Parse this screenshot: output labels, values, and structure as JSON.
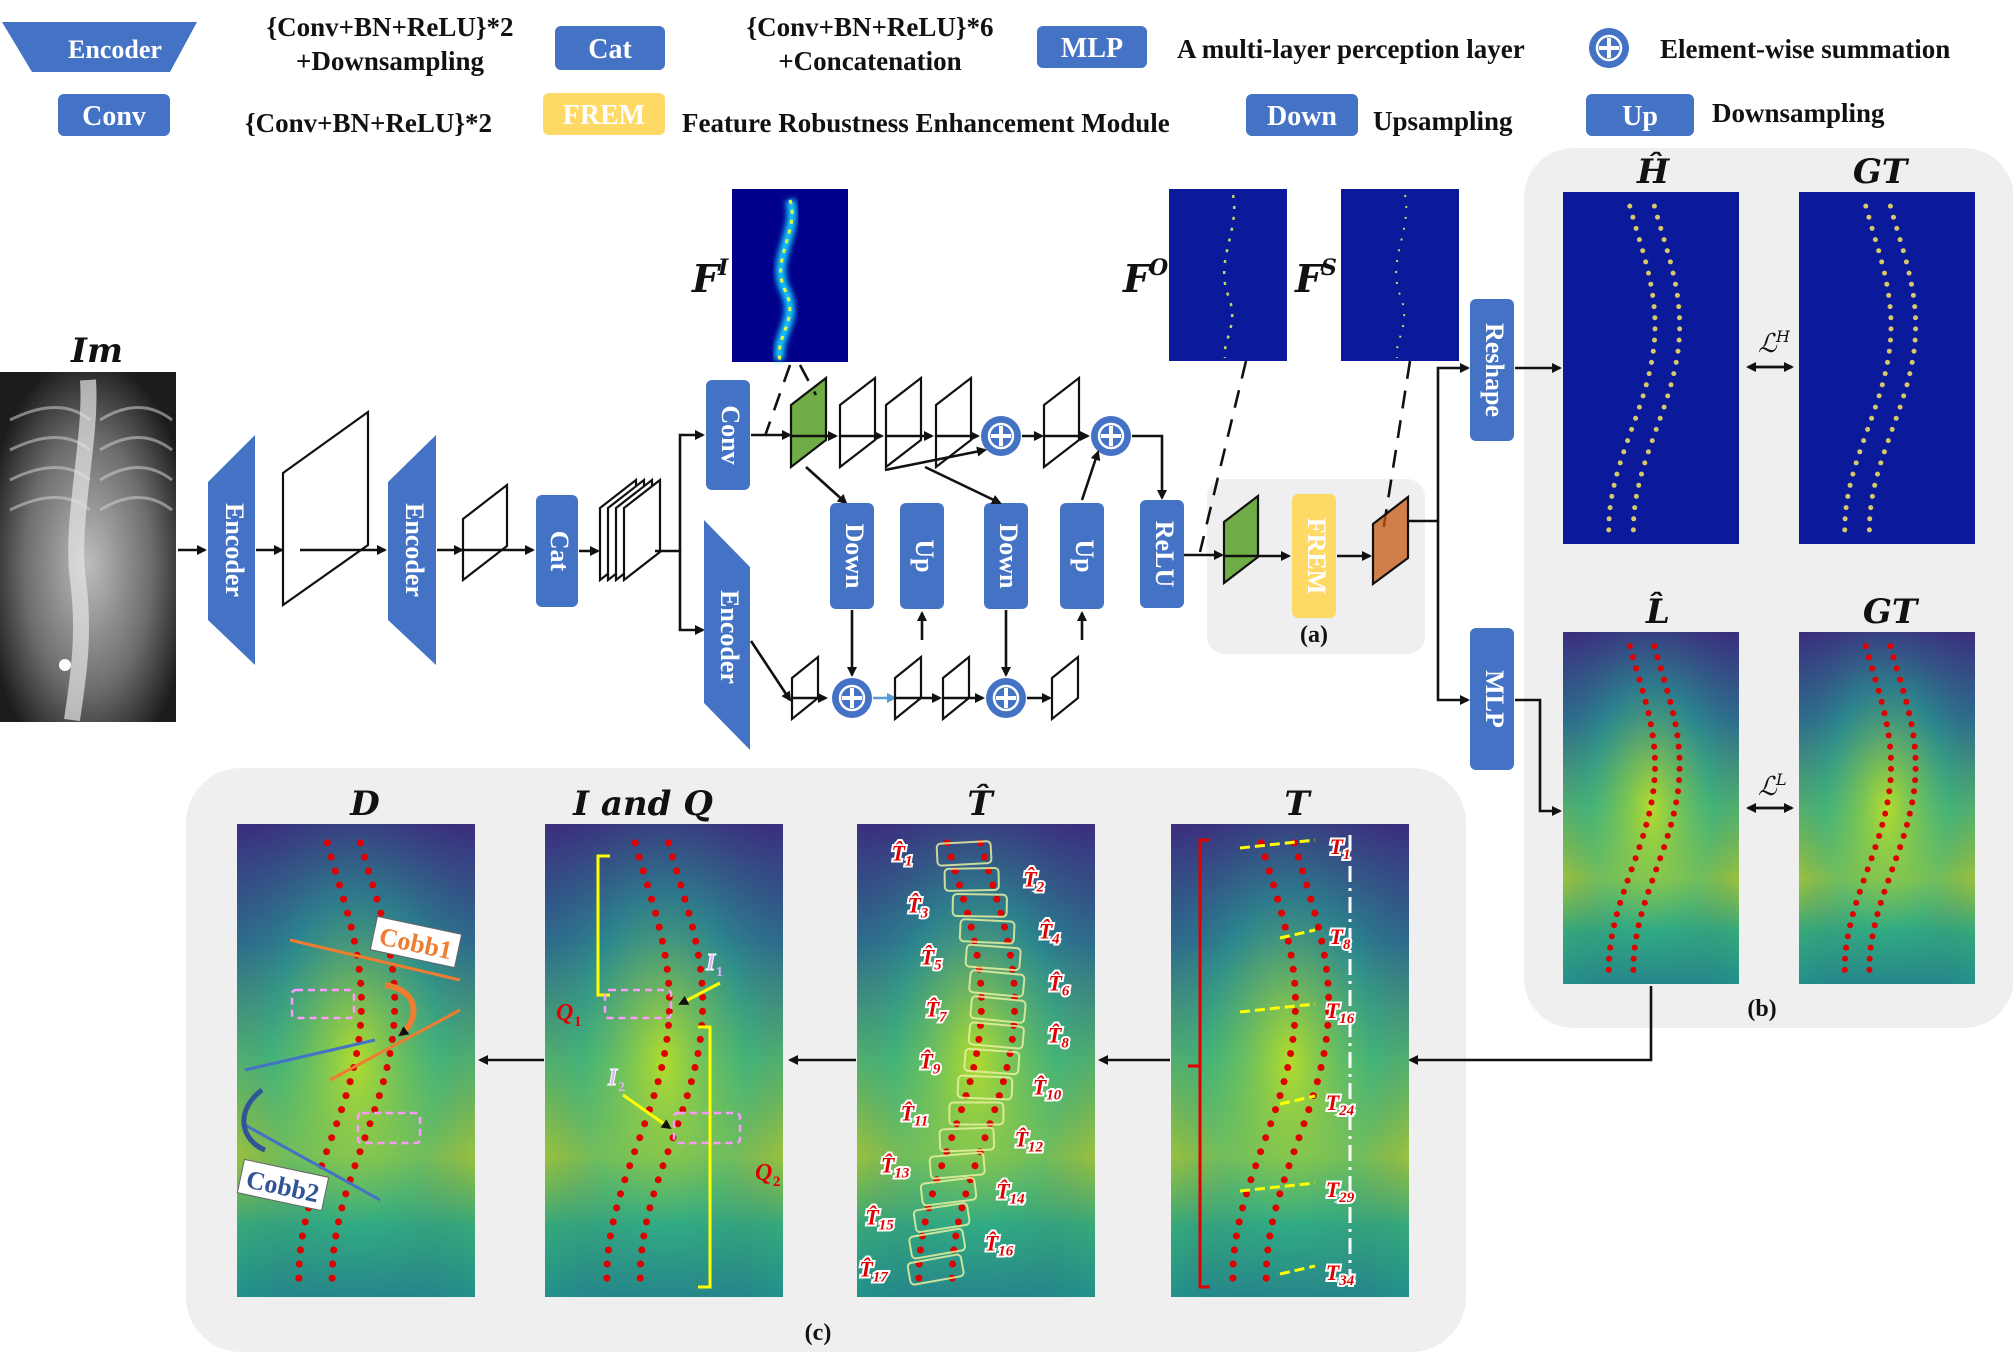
{
  "legend": {
    "encoder": "Encoder",
    "encoder_desc1": "{Conv+BN+ReLU}*2",
    "encoder_desc2": "+Downsampling",
    "cat": "Cat",
    "cat_desc1": "{Conv+BN+ReLU}*6",
    "cat_desc2": "+Concatenation",
    "mlp": "MLP",
    "mlp_desc": "A multi-layer perception layer",
    "sum_desc": "Element-wise summation",
    "conv": "Conv",
    "conv_desc": "{Conv+BN+ReLU}*2",
    "frem": "FREM",
    "frem_desc": "Feature Robustness Enhancement Module",
    "down": "Down",
    "down_desc": "Upsampling",
    "up": "Up",
    "up_desc": "Downsampling"
  },
  "pipeline": {
    "input_label": "Im",
    "encoder_label": "Encoder",
    "cat_label": "Cat",
    "conv_label": "Conv",
    "down_label": "Down",
    "up_label": "Up",
    "relu_label": "ReLU",
    "frem_label": "FREM",
    "reshape_label": "Reshape",
    "mlp_label": "MLP",
    "feat_i": "F",
    "feat_i_sup": "I",
    "feat_o": "F",
    "feat_o_sup": "O",
    "feat_s": "F",
    "feat_s_sup": "S",
    "panel_a": "(a)",
    "panel_b": "(b)",
    "panel_c": "(c)"
  },
  "outputs": {
    "h_hat": "Ĥ",
    "gt1": "GT",
    "l_hat": "L̂",
    "gt2": "GT",
    "loss_h": "ℒ",
    "loss_h_sup": "H",
    "loss_l": "ℒ",
    "loss_l_sup": "L"
  },
  "analysis": {
    "d_title": "D",
    "iq_title": "I and Q",
    "t_hat_title": "T̂",
    "t_title": "T",
    "cobb1": "Cobb1",
    "cobb2": "Cobb2",
    "i1": "I",
    "i1_sub": "1",
    "i2": "I",
    "i2_sub": "2",
    "q1": "Q",
    "q1_sub": "1",
    "q2": "Q",
    "q2_sub": "2",
    "t_hat_labels": [
      {
        "s": "1"
      },
      {
        "s": "2"
      },
      {
        "s": "3"
      },
      {
        "s": "4"
      },
      {
        "s": "5"
      },
      {
        "s": "6"
      },
      {
        "s": "7"
      },
      {
        "s": "8"
      },
      {
        "s": "9"
      },
      {
        "s": "10"
      },
      {
        "s": "11"
      },
      {
        "s": "12"
      },
      {
        "s": "13"
      },
      {
        "s": "14"
      },
      {
        "s": "15"
      },
      {
        "s": "16"
      },
      {
        "s": "17"
      }
    ],
    "t_labels": [
      {
        "s": "1"
      },
      {
        "s": "8"
      },
      {
        "s": "16"
      },
      {
        "s": "24"
      },
      {
        "s": "29"
      },
      {
        "s": "34"
      }
    ]
  },
  "colors": {
    "block": "#4472C4",
    "frem": "#FFD966",
    "green_map": "#70AD47",
    "orange_map": "#C55A11",
    "panel_gray": "#EFEFEF",
    "label_red": "#E00000"
  }
}
